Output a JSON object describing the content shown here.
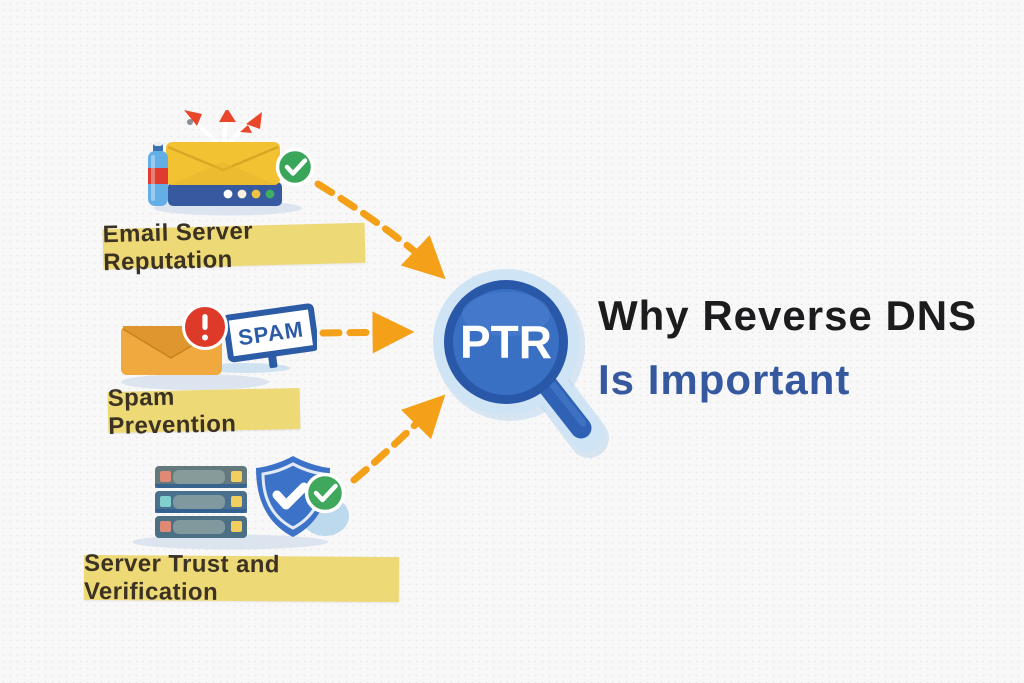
{
  "title": {
    "line1": "Why Reverse DNS",
    "line2": "Is Important"
  },
  "magnifier": {
    "label": "PTR"
  },
  "items": [
    {
      "id": "email-server-reputation",
      "label": "Email Server Reputation"
    },
    {
      "id": "spam-prevention",
      "label": "Spam Prevention",
      "stamp_text": "SPAM"
    },
    {
      "id": "server-trust-and-verification",
      "label": "Server Trust and Verification"
    }
  ],
  "colors": {
    "background": "#f9f8f8",
    "band_background": "#eed977",
    "band_text": "#3b3223",
    "title_dark": "#1c1c1e",
    "title_blue": "#35589f",
    "arrow_orange": "#f4a019",
    "magnifier_rim_blue": "#2f62b5",
    "magnifier_lens_blue": "#3a70c4",
    "magnifier_halo": "#cfe4f5",
    "check_green": "#3aa65a",
    "alert_red": "#dd3a2a",
    "spam_blue": "#2d5ca6",
    "envelope_yellow": "#f2c233",
    "envelope_orange": "#f0a93e",
    "server_base_blue": "#37599f",
    "shield_blue": "#3c72c8"
  }
}
